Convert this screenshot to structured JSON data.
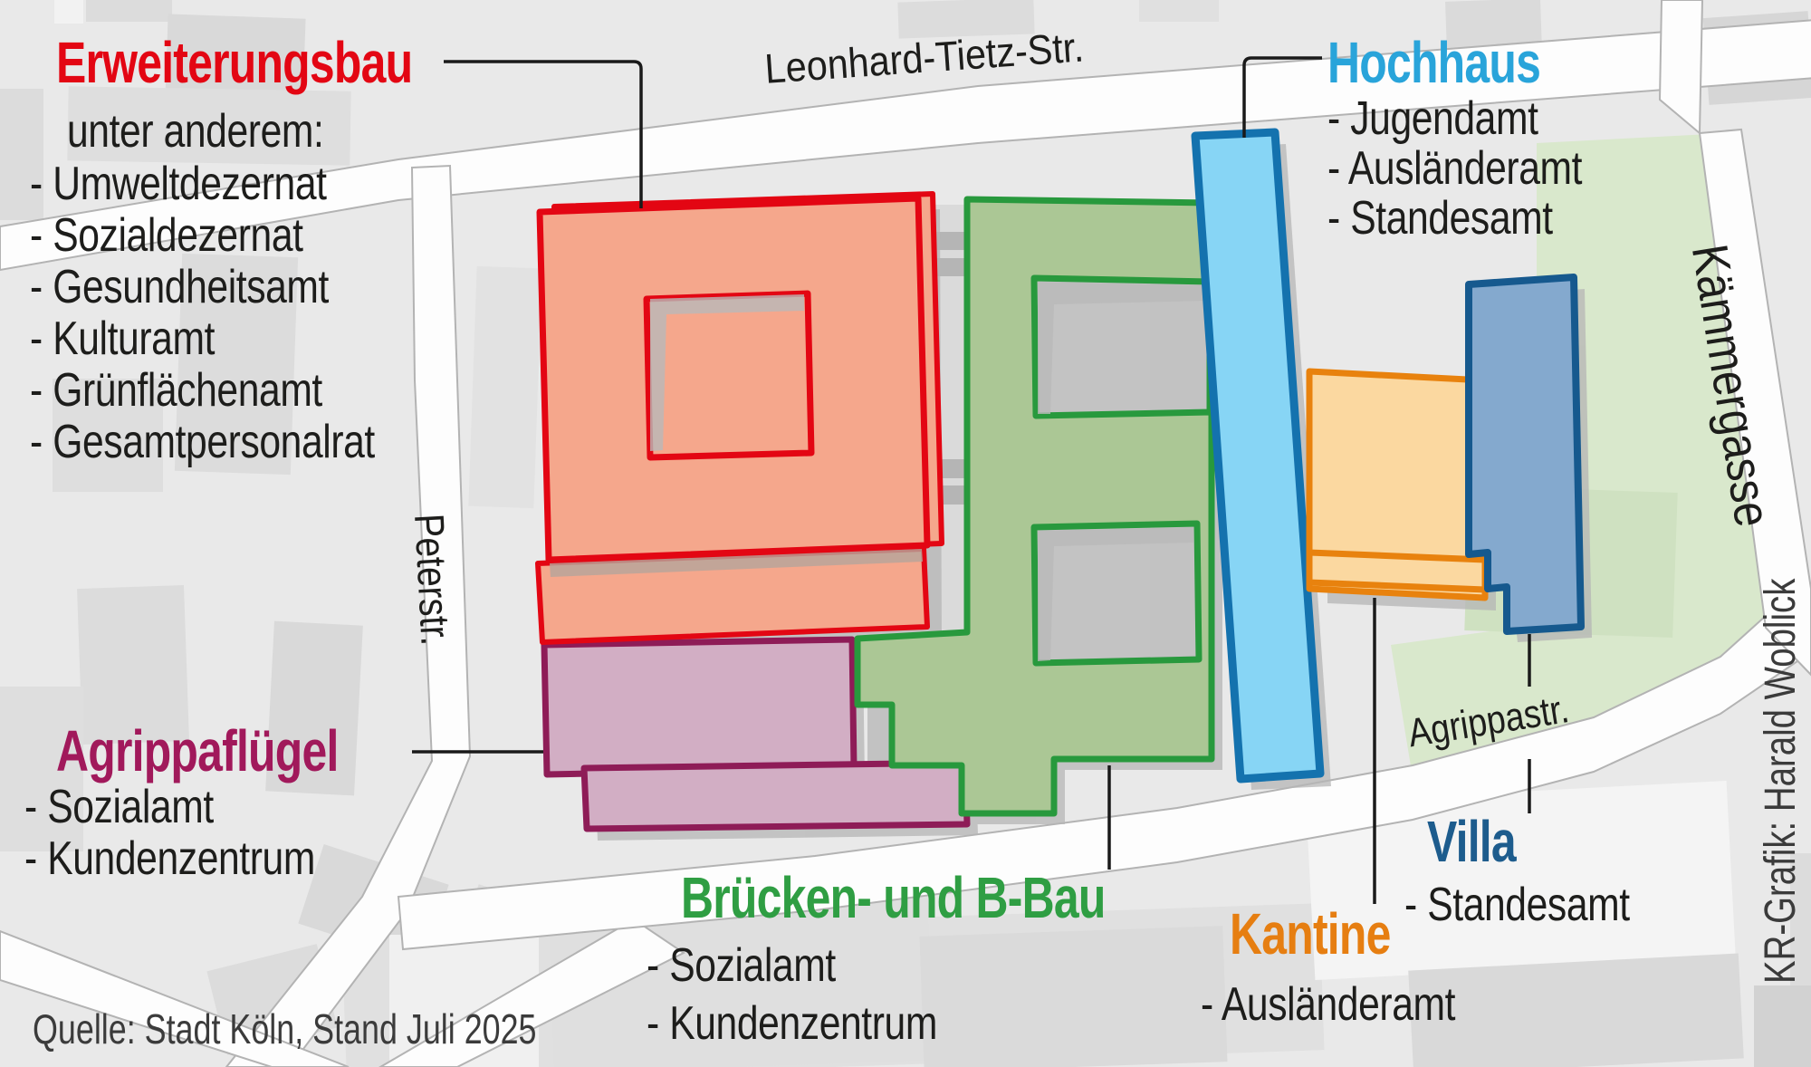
{
  "map": {
    "streets": {
      "leonhard": "Leonhard-Tietz-Str.",
      "peterstr": "Peterstr.",
      "kaemmergasse": "Kämmergasse",
      "agrippastr": "Agrippastr."
    },
    "buildings": {
      "erweiterungsbau": {
        "label": "Erweiterungsbau",
        "label_color": "#e30613",
        "fill": "#f5a78c",
        "border": "#e30613",
        "intro": "unter anderem:",
        "items": [
          "- Umweltdezernat",
          "- Sozialdezernat",
          "- Gesundheitsamt",
          "- Kulturamt",
          "- Grünflächenamt",
          "- Gesamtpersonalrat"
        ]
      },
      "hochhaus": {
        "label": "Hochhaus",
        "label_color": "#29a4da",
        "fill": "#87d5f5",
        "border": "#1472ae",
        "items": [
          "- Jugendamt",
          "- Ausländeramt",
          "- Standesamt"
        ]
      },
      "agrippafluegel": {
        "label": "Agrippaflügel",
        "label_color": "#a1195b",
        "fill": "#d2aec4",
        "border": "#8e1c57",
        "items": [
          "- Sozialamt",
          "- Kundenzentrum"
        ]
      },
      "bruecken": {
        "label": "Brücken- und B-Bau",
        "label_color": "#2f9e43",
        "fill": "#abc795",
        "border": "#28993d",
        "items": [
          "- Sozialamt",
          "- Kundenzentrum"
        ]
      },
      "kantine": {
        "label": "Kantine",
        "label_color": "#e67e11",
        "fill": "#fbd8a0",
        "border": "#e8820e",
        "items": [
          "- Ausländeramt"
        ]
      },
      "villa": {
        "label": "Villa",
        "label_color": "#1d5c8d",
        "fill": "#84a9ce",
        "border": "#16598e",
        "items": [
          "- Standesamt"
        ]
      }
    },
    "source": "Quelle: Stadt Köln, Stand Juli 2025",
    "credit": "KR-Grafik: Harald Woblick"
  }
}
